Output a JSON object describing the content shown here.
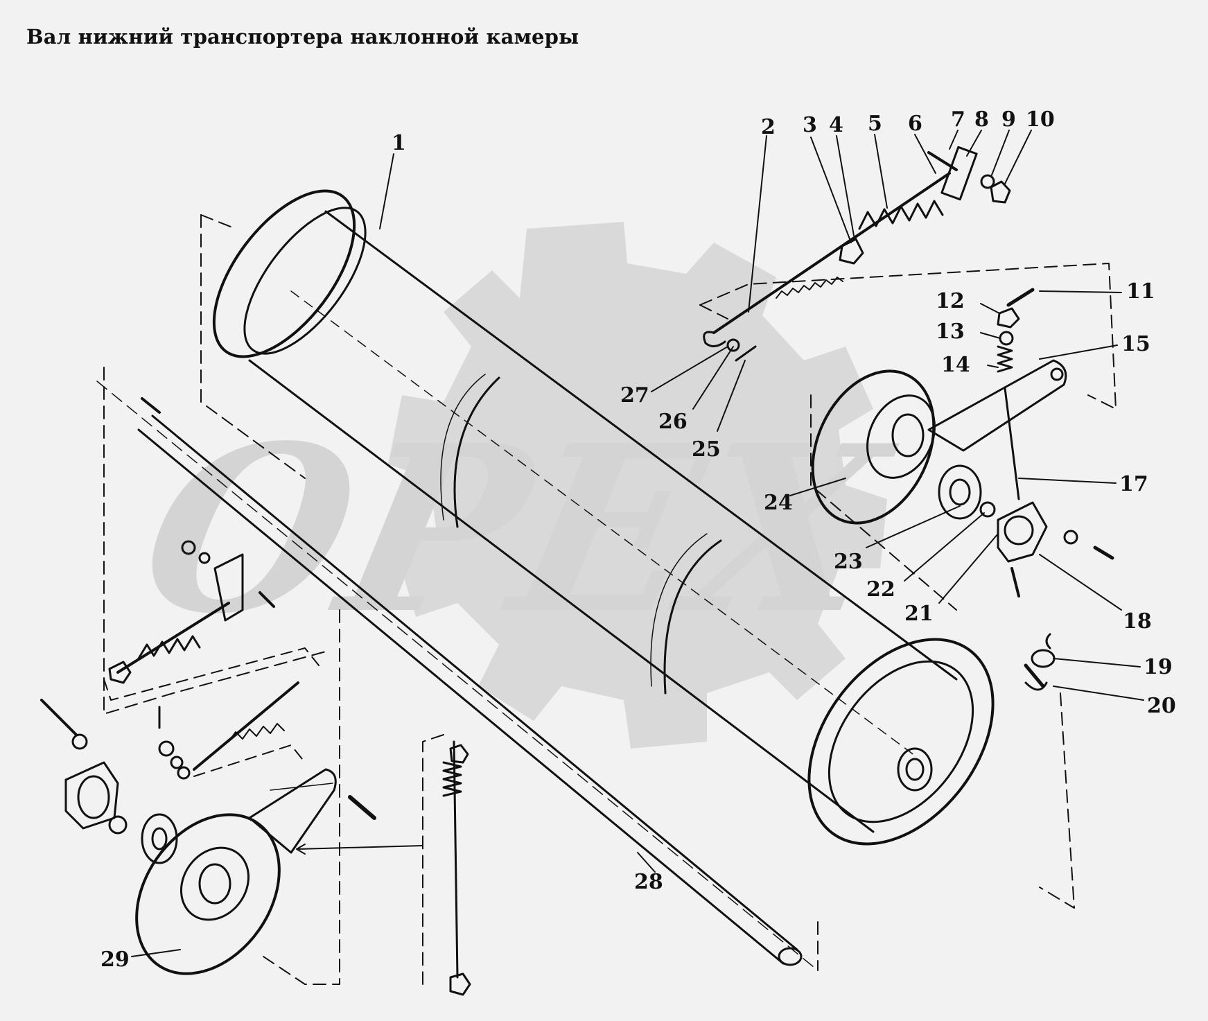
{
  "title": "Вал нижний транспортера наклонной камеры",
  "watermark": "ОРЕХ",
  "colors": {
    "background": "#f2f2f2",
    "ink": "#111111",
    "watermark": "#d9d9d9"
  },
  "callouts": [
    {
      "id": "1",
      "text": "1"
    },
    {
      "id": "2",
      "text": "2"
    },
    {
      "id": "3",
      "text": "3"
    },
    {
      "id": "4",
      "text": "4"
    },
    {
      "id": "5",
      "text": "5"
    },
    {
      "id": "6",
      "text": "6"
    },
    {
      "id": "7",
      "text": "7"
    },
    {
      "id": "8",
      "text": "8"
    },
    {
      "id": "9",
      "text": "9"
    },
    {
      "id": "10",
      "text": "10"
    },
    {
      "id": "11",
      "text": "11"
    },
    {
      "id": "12",
      "text": "12"
    },
    {
      "id": "13",
      "text": "13"
    },
    {
      "id": "14",
      "text": "14"
    },
    {
      "id": "15",
      "text": "15"
    },
    {
      "id": "17",
      "text": "17"
    },
    {
      "id": "18",
      "text": "18"
    },
    {
      "id": "19",
      "text": "19"
    },
    {
      "id": "20",
      "text": "20"
    },
    {
      "id": "21",
      "text": "21"
    },
    {
      "id": "22",
      "text": "22"
    },
    {
      "id": "23",
      "text": "23"
    },
    {
      "id": "24",
      "text": "24"
    },
    {
      "id": "25",
      "text": "25"
    },
    {
      "id": "26",
      "text": "26"
    },
    {
      "id": "27",
      "text": "27"
    },
    {
      "id": "28",
      "text": "28"
    },
    {
      "id": "29",
      "text": "29"
    }
  ]
}
